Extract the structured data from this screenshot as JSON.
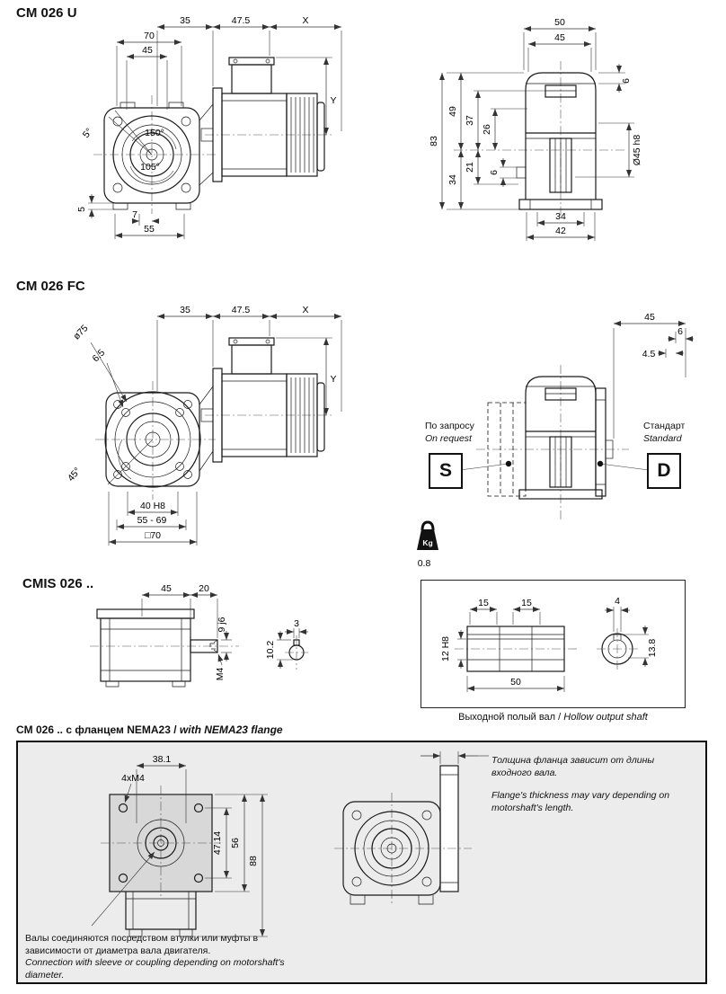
{
  "cm026u": {
    "title": "CM 026 U",
    "front": {
      "d35": "35",
      "d47_5": "47.5",
      "dX": "X",
      "d70": "70",
      "d45": "45",
      "a150": "150°",
      "a5": "5°",
      "a105": "105°",
      "d5": "5",
      "d7": "7",
      "d55": "55",
      "dY": "Y"
    },
    "rear": {
      "d50": "50",
      "d45": "45",
      "d6_top": "6",
      "dia45": "Ø45 h8",
      "d83": "83",
      "d49": "49",
      "d37": "37",
      "d26": "26",
      "d34_left": "34",
      "d21": "21",
      "d6_bottom": "6",
      "d34_bottom": "34",
      "d42": "42"
    }
  },
  "cm026fc": {
    "title": "CM 026 FC",
    "front": {
      "d35": "35",
      "d47_5": "47.5",
      "dX": "X",
      "dia75": "ø75",
      "d6_5": "6.5",
      "a45": "45°",
      "d40h8": "40 H8",
      "d55_69": "55 - 69",
      "sq70": "□70",
      "dY": "Y"
    },
    "rear": {
      "d45": "45",
      "d6": "6",
      "d4_5": "4.5",
      "request_ru": "По запросу",
      "request_en": "On request",
      "s_letter": "S",
      "standard_ru": "Стандарт",
      "standard_en": "Standard",
      "d_letter": "D"
    },
    "weight": {
      "kg": "Kg",
      "value": "0.8"
    }
  },
  "cmis026": {
    "title": "CMIS 026 ..",
    "dims": {
      "d45": "45",
      "d20": "20",
      "d9j6": "9 j6",
      "m4": "M4",
      "d3": "3",
      "d10_2": "10.2"
    }
  },
  "hollow_shaft": {
    "dims": {
      "d15a": "15",
      "d15b": "15",
      "d4": "4",
      "d12h8": "12 H8",
      "d50": "50",
      "d13_8": "13.8"
    },
    "caption_ru": "Выходной полый вал",
    "caption_sep": " / ",
    "caption_en": "Hollow output shaft"
  },
  "nema": {
    "title_ru": "CM 026 .. с фланцем NEMA23",
    "title_sep": " / ",
    "title_en": "with NEMA23 flange",
    "dims": {
      "d38_1": "38.1",
      "holes": "4xM4",
      "d47_14": "47.14",
      "d56": "56",
      "d88": "88"
    },
    "note_right_ru": "Толщина фланца зависит от длины входного вала.",
    "note_right_en": "Flange's thickness may vary depending on motorshaft's length.",
    "note_left_ru": "Валы соединяются посредством втулки или муфты в зависимости от диаметра вала двигателя.",
    "note_left_en": "Connection with sleeve or coupling depending on motorshaft's diameter."
  }
}
